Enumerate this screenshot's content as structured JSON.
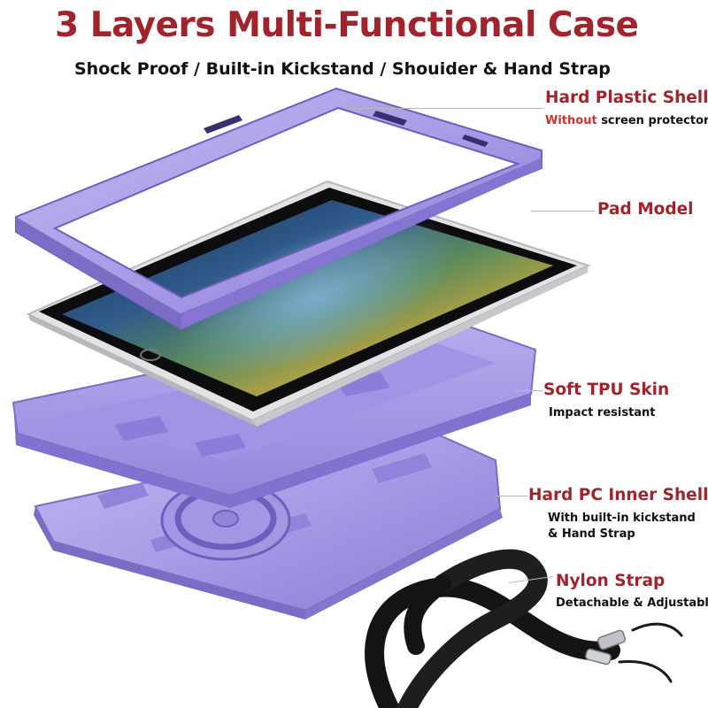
{
  "header": {
    "title": "3 Layers Multi-Functional Case",
    "subtitle": "Shock Proof / Built-in Kickstand / Shouider & Hand Strap"
  },
  "callouts": {
    "hard_plastic_shell": {
      "title": "Hard Plastic Shell",
      "note_accent": "Without",
      "note_rest": " screen protector"
    },
    "pad_model": {
      "title": "Pad Model"
    },
    "soft_tpu_skin": {
      "title": "Soft TPU Skin",
      "note": "Impact resistant"
    },
    "hard_pc_inner_shell": {
      "title": "Hard PC Inner Shell",
      "note_line1": "With built-in kickstand",
      "note_line2": "& Hand Strap"
    },
    "nylon_strap": {
      "title": "Nylon Strap",
      "note": "Detachable & Adjustable"
    }
  },
  "colors": {
    "title_red": "#a1242d",
    "accent_red": "#d4302f",
    "case_lavender": "#a99be6",
    "case_shadow": "#7d6cc6",
    "strap_black": "#141414",
    "tablet_silver": "#d9d9dc"
  }
}
